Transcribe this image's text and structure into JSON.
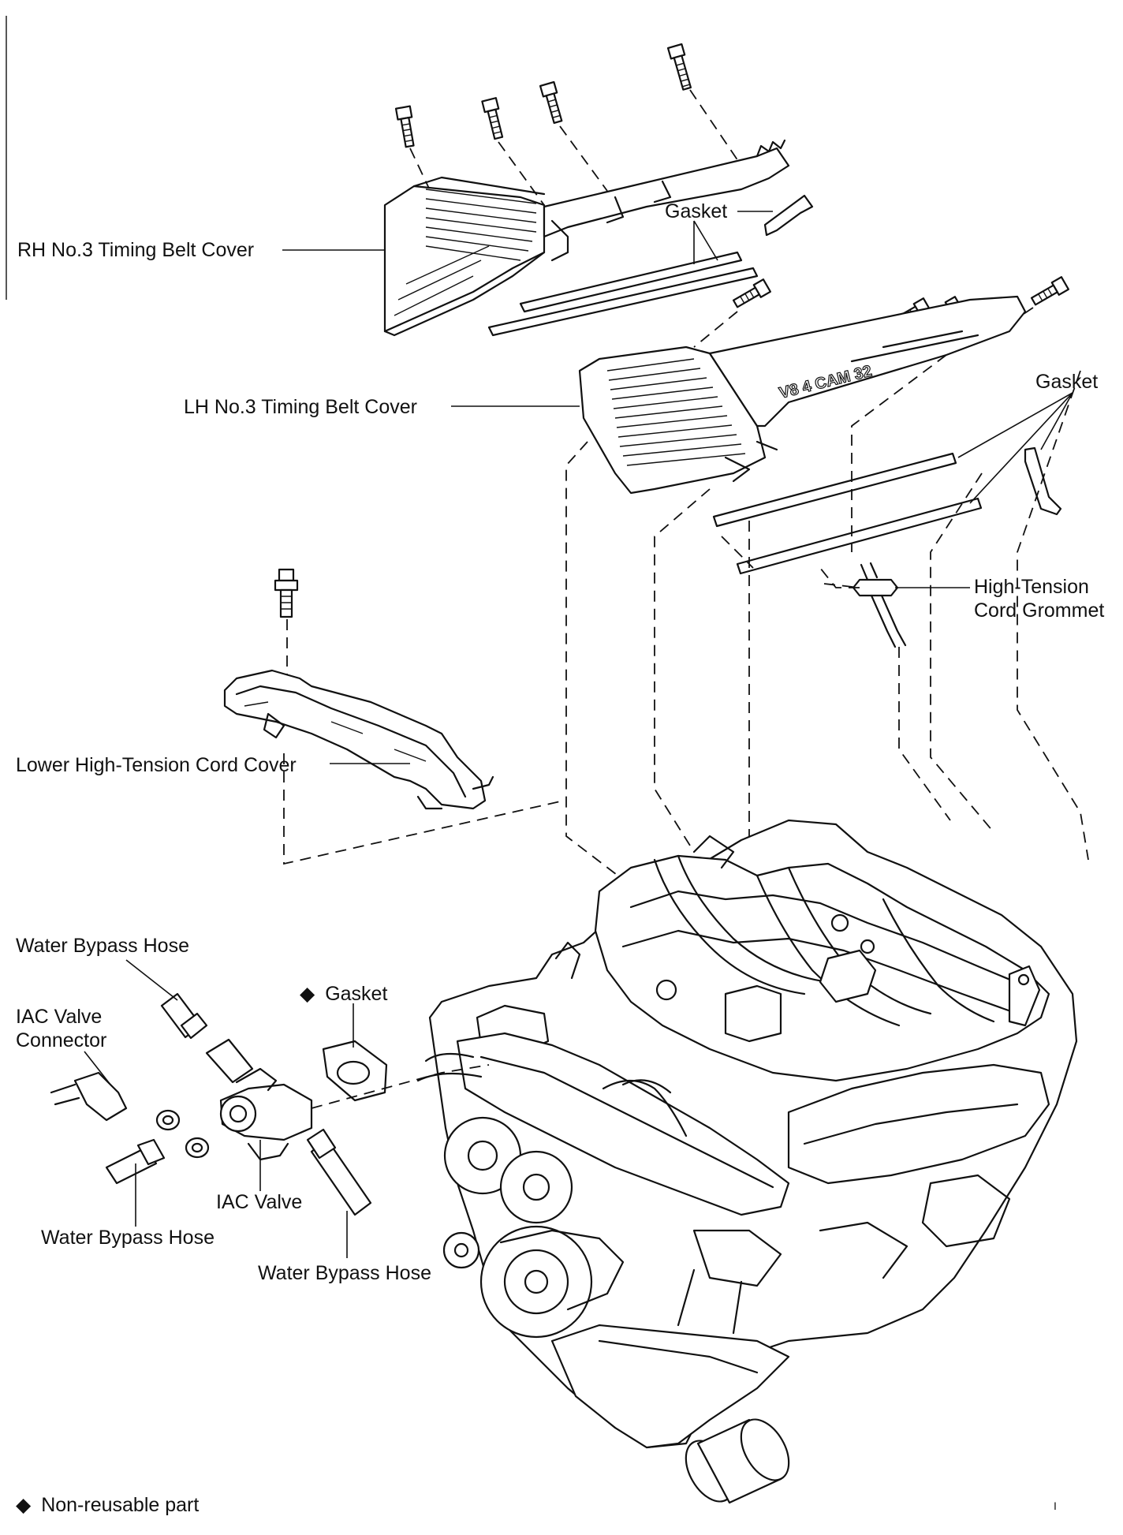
{
  "diagram": {
    "labels": {
      "rh_cover": "RH No.3 Timing Belt Cover",
      "lh_cover": "LH No.3 Timing Belt Cover",
      "gasket_upper": "Gasket",
      "gasket_right": "Gasket",
      "grommet_line1": "High-Tension",
      "grommet_line2": "Cord Grommet",
      "lower_cord_cover": "Lower High-Tension Cord Cover",
      "water_bypass_hose_top": "Water Bypass Hose",
      "iac_connector_line1": "IAC Valve",
      "iac_connector_line2": "Connector",
      "gasket_nonreusable": "Gasket",
      "iac_valve": "IAC Valve",
      "water_bypass_hose_left": "Water Bypass Hose",
      "water_bypass_hose_right": "Water Bypass Hose",
      "cover_emboss": "V8 4 CAM 32",
      "legend_symbol": "◆",
      "legend_text": "Non-reusable part",
      "page_mark": "I"
    }
  }
}
